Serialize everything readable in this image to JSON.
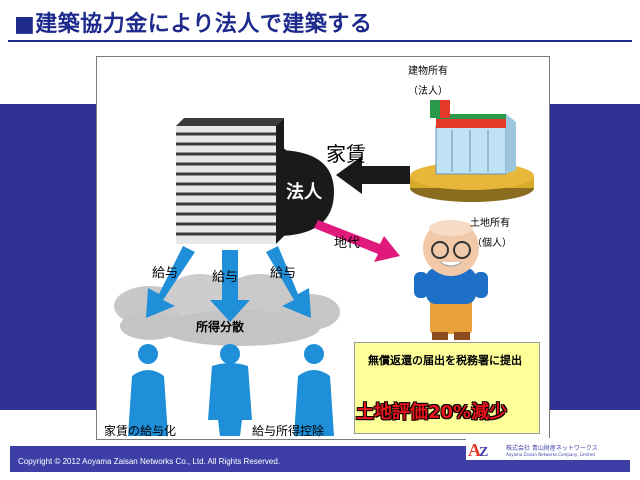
{
  "slide": {
    "title": "■建築協力金により法人で建築する",
    "copyright": "Copyright © 2012 Aoyama Zaisan Networks Co., Ltd. All Rights Reserved.",
    "logo_text": "株式会社 青山財産ネットワークス",
    "logo_subtext": "Aoyama Zaisan Networks Company, Limited"
  },
  "diagram": {
    "building_owner_label": "建物所有",
    "building_owner_entity": "（法人）",
    "land_owner_label": "土地所有",
    "land_owner_entity": "（個人）",
    "corporation_label": "法人",
    "rent_label": "家賃",
    "land_rent_label": "地代",
    "salary_labels": [
      "給与",
      "給与",
      "給与"
    ],
    "income_split_label": "所得分散",
    "rent_to_salary_label": "家賃の給与化",
    "salary_deduction_label": "給与所得控除",
    "notice_text": "無償返還の届出を税務署に提出",
    "result_text": "土地評価20%減少",
    "colors": {
      "navy": "#2e3192",
      "arrow_blue": "#1e8fd8",
      "arrow_magenta": "#e0197d",
      "result_red": "#e5151b",
      "notice_bg": "#ffff99"
    }
  }
}
